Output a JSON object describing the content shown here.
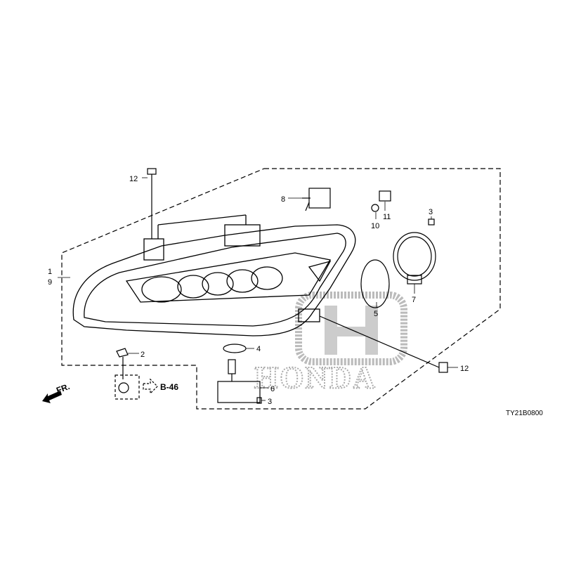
{
  "diagram": {
    "code": "TY21B0800",
    "watermark": "HONDA",
    "reference": "B-46",
    "front_indicator": "FR.",
    "callouts": [
      {
        "id": "12a",
        "label": "12"
      },
      {
        "id": "8",
        "label": "8"
      },
      {
        "id": "10",
        "label": "10"
      },
      {
        "id": "11",
        "label": "11"
      },
      {
        "id": "3a",
        "label": "3"
      },
      {
        "id": "1",
        "label": "1"
      },
      {
        "id": "9",
        "label": "9"
      },
      {
        "id": "5",
        "label": "5"
      },
      {
        "id": "7",
        "label": "7"
      },
      {
        "id": "4",
        "label": "4"
      },
      {
        "id": "2",
        "label": "2"
      },
      {
        "id": "6",
        "label": "6"
      },
      {
        "id": "3b",
        "label": "3"
      },
      {
        "id": "12b",
        "label": "12"
      }
    ]
  }
}
